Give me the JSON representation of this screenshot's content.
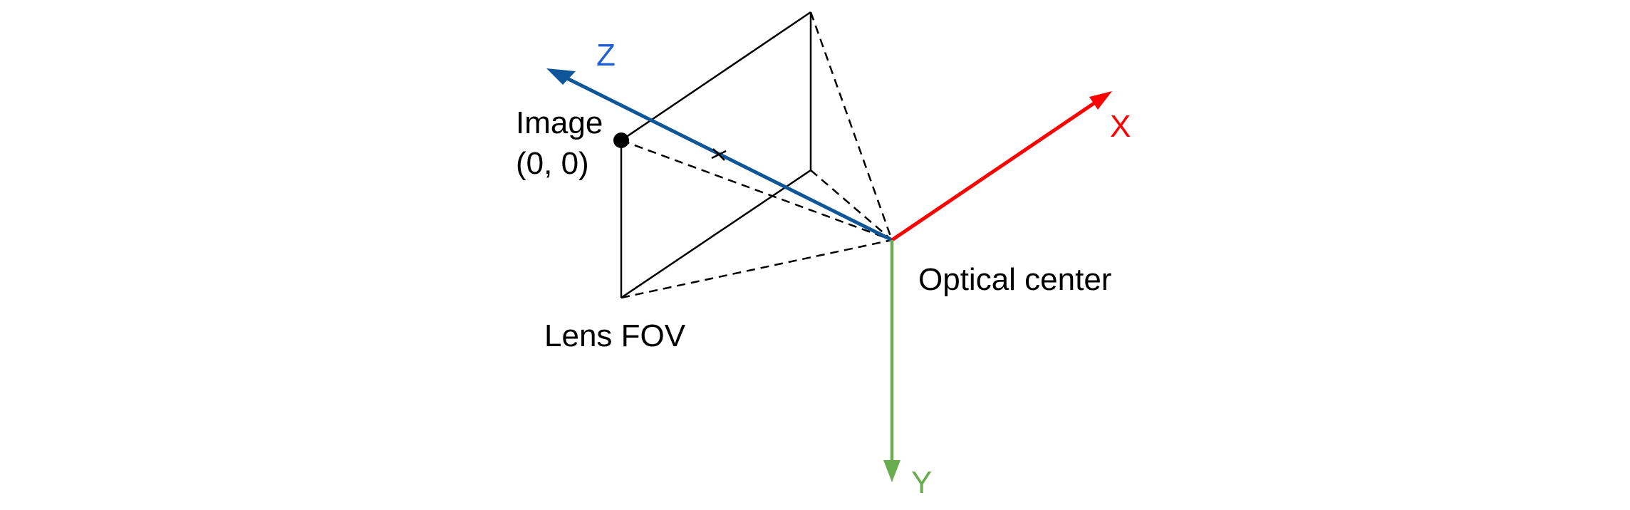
{
  "diagram": {
    "title": "Camera coordinate system",
    "labels": {
      "image_line1": "Image",
      "image_line2": "(0, 0)",
      "lens_fov": "Lens FOV",
      "optical_center": "Optical center"
    },
    "axes": [
      {
        "id": "x",
        "label": "X",
        "color": "#ff0000"
      },
      {
        "id": "y",
        "label": "Y",
        "color": "#6aad4f"
      },
      {
        "id": "z",
        "label": "Z",
        "label_color": "#1f5fd1",
        "color": "#0f5599"
      }
    ],
    "colors": {
      "frame": "#000000",
      "background": "#ffffff"
    }
  }
}
